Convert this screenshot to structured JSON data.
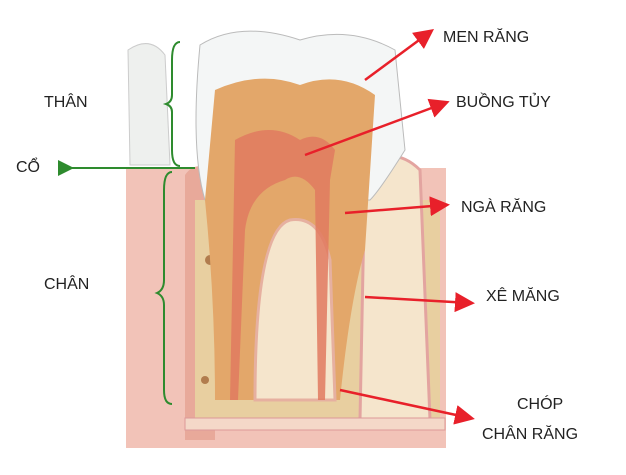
{
  "labels": {
    "than": "THÂN",
    "co": "CỔ",
    "chan": "CHÂN",
    "men_rang": "MEN RĂNG",
    "buong_tuy": "BUỒNG TỦY",
    "nga_rang": "NGÀ RĂNG",
    "xe_mang": "XÊ MĂNG",
    "chop_line1": "CHÓP",
    "chop_line2": "CHÂN RĂNG"
  },
  "colors": {
    "arrow_red": "#e8202a",
    "bracket_green": "#2e8b2e",
    "gum": "#f2c3b8",
    "dentin": "#e3a76a",
    "enamel": "#f4f6f6",
    "pulp": "#e07a5f",
    "bone": "#e8cfa0"
  }
}
